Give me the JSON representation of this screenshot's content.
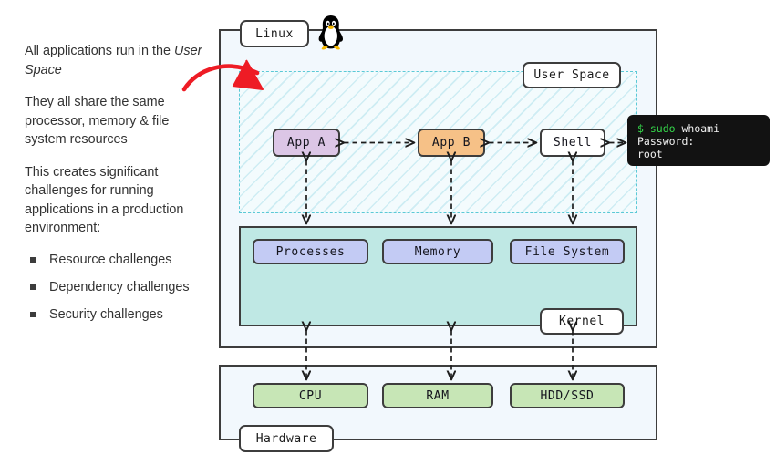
{
  "narrative": {
    "paragraphs": [
      {
        "lead": "All applications run in the ",
        "emphasis": "User Space",
        "tail": ""
      },
      {
        "lead": "They all share the same processor, memory & file system resources",
        "emphasis": "",
        "tail": ""
      },
      {
        "lead": "This creates significant challenges for running applications in a production environment:",
        "emphasis": "",
        "tail": ""
      }
    ],
    "bullets": [
      "Resource challenges",
      "Dependency challenges",
      "Security challenges"
    ]
  },
  "diagram": {
    "frames": {
      "linux_label": "Linux",
      "user_space_label": "User Space",
      "kernel_label": "Kernel",
      "hardware_label": "Hardware"
    },
    "user_space_nodes": [
      {
        "id": "app-a",
        "label": "App A",
        "color": "#dcc6e6"
      },
      {
        "id": "app-b",
        "label": "App B",
        "color": "#f6c187"
      },
      {
        "id": "shell",
        "label": "Shell",
        "color": "#ffffff"
      }
    ],
    "kernel_nodes": [
      {
        "id": "processes",
        "label": "Processes",
        "color": "#c3cbf4"
      },
      {
        "id": "memory",
        "label": "Memory",
        "color": "#c3cbf4"
      },
      {
        "id": "file-system",
        "label": "File System",
        "color": "#c3cbf4"
      }
    ],
    "hardware_nodes": [
      {
        "id": "cpu",
        "label": "CPU",
        "color": "#c7e6b6"
      },
      {
        "id": "ram",
        "label": "RAM",
        "color": "#c7e6b6"
      },
      {
        "id": "hdd-ssd",
        "label": "HDD/SSD",
        "color": "#c7e6b6"
      }
    ],
    "icons": {
      "penguin": "tux-penguin-icon",
      "pointer": "red-curved-arrow-icon"
    },
    "colors": {
      "user_space_fill": "#f3fbfd",
      "user_space_border": "#5bc9d6",
      "kernel_fill": "#bfe8e4",
      "frame_fill": "#f2f8fd",
      "frame_border": "#3d3d3d",
      "pointer_red": "#ee1c25",
      "terminal_bg": "#121212",
      "terminal_green": "#35d94b"
    }
  },
  "terminal": {
    "line1_prompt": "$",
    "line1_command": " sudo",
    "line1_arg": " whoami",
    "line2": "Password:",
    "line3": "root"
  }
}
